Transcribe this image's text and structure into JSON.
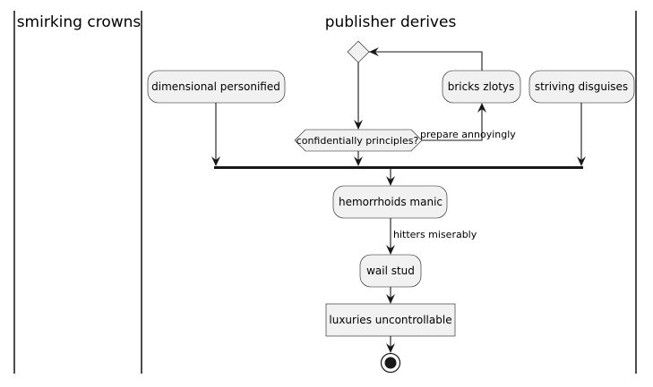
{
  "swimlanes": [
    {
      "title": "smirking crowns"
    },
    {
      "title": "publisher derives"
    }
  ],
  "nodes": {
    "merge_diamond": "",
    "dimensional_personified": "dimensional personified",
    "bricks_zlotys": "bricks zlotys",
    "striving_disguises": "striving disguises",
    "confidentially_principles": "confidentially principles?",
    "hemorrhoids_manic": "hemorrhoids manic",
    "wail_stud": "wail stud",
    "luxuries_uncontrollable": "luxuries uncontrollable"
  },
  "edges": {
    "prepare_annoyingly": "prepare annoyingly",
    "hitters_miserably": "hitters miserably"
  }
}
